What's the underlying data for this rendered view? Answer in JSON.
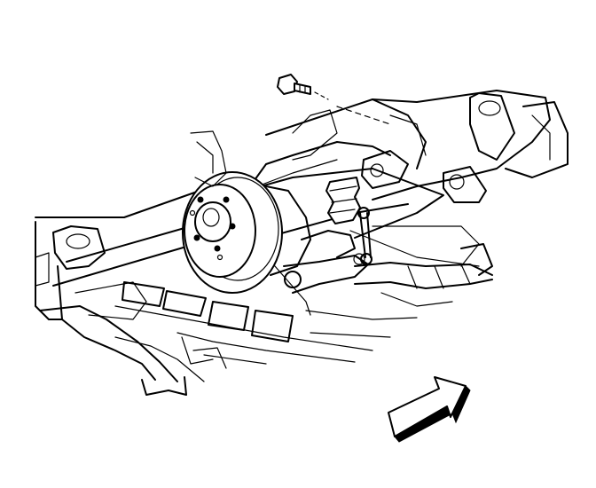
{
  "diagram": {
    "kind": "technical-line-illustration",
    "components": [
      "rear-frame-crossmember",
      "brake-rotor",
      "wheel-hub",
      "lower-control-arm",
      "air-spring",
      "stabilizer-link",
      "mounting-bolt",
      "direction-arrow"
    ],
    "arrow_direction": "up-right",
    "line_color": "#000000",
    "background_color": "#ffffff"
  }
}
